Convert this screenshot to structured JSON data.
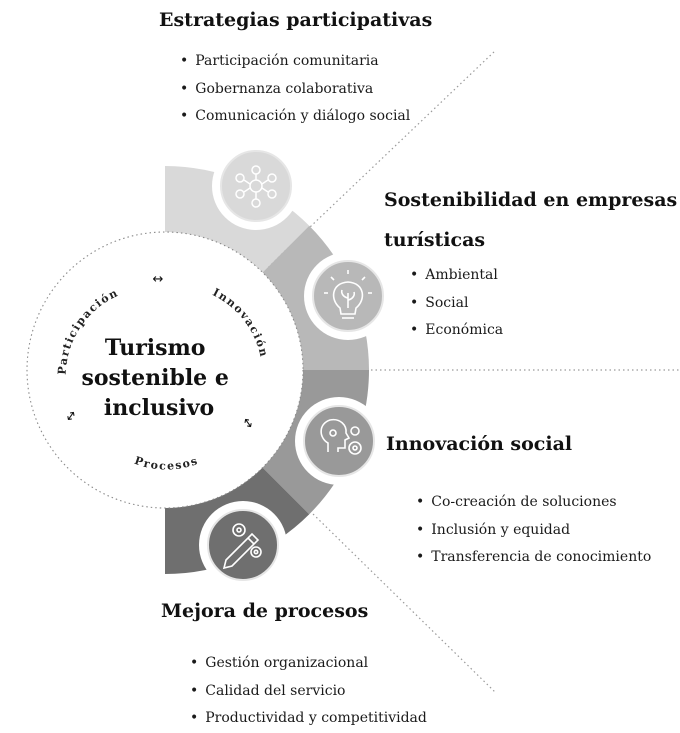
{
  "center": {
    "title_lines": [
      "Turismo",
      "sostenible e",
      "inclusivo"
    ],
    "ring_labels": {
      "participation": "Participación",
      "innovation": "Innovación",
      "processes": "Procesos"
    },
    "arrow_glyph": "↔"
  },
  "sections": [
    {
      "title_lines": [
        "Estrategias participativas"
      ],
      "items": [
        "Participación comunitaria",
        "Gobernanza colaborativa",
        "Comunicación y diálogo social"
      ],
      "icon": "network-people-icon",
      "color": "#d9d9d9"
    },
    {
      "title_lines": [
        "Sostenibilidad en empresas",
        "turísticas"
      ],
      "items": [
        "Ambiental",
        "Social",
        "Económica"
      ],
      "icon": "lightbulb-plant-icon",
      "color": "#b8b8b8"
    },
    {
      "title_lines": [
        "Innovación social"
      ],
      "items": [
        "Co-creación de soluciones",
        "Inclusión y equidad",
        "Transferencia de conocimiento"
      ],
      "icon": "head-gears-icon",
      "color": "#999999"
    },
    {
      "title_lines": [
        "Mejora de procesos"
      ],
      "items": [
        "Gestión organizacional",
        "Calidad del servicio",
        "Productividad y competitividad"
      ],
      "icon": "pencil-gears-icon",
      "color": "#6f6f6f"
    }
  ]
}
